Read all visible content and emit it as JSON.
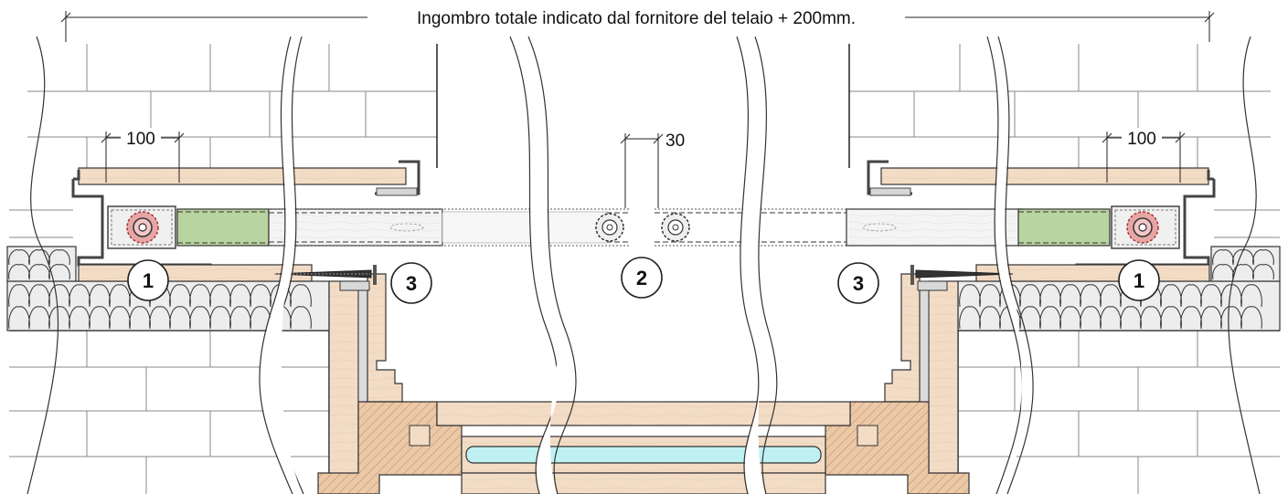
{
  "dimensions": {
    "total_width_label": "Ingombro totale indicato dal fornitore del telaio + 200mm.",
    "left_offset_label": "100",
    "right_offset_label": "100",
    "gap_label": "30"
  },
  "callouts": [
    {
      "id": "left-bracket",
      "number": "1"
    },
    {
      "id": "center-gap",
      "number": "2"
    },
    {
      "id": "left-screw",
      "number": "3"
    },
    {
      "id": "right-screw",
      "number": "3"
    },
    {
      "id": "right-bracket",
      "number": "1"
    }
  ],
  "colors": {
    "wood": "#f3dcc6",
    "wood_dark": "#e3c3a3",
    "insulation": "#eaeaea",
    "green_block": "#b8d4a0",
    "roller": "#e7a6a6",
    "glass": "#bff1f2",
    "metal": "#d9d9d9",
    "rail": "#f2f2f2"
  }
}
